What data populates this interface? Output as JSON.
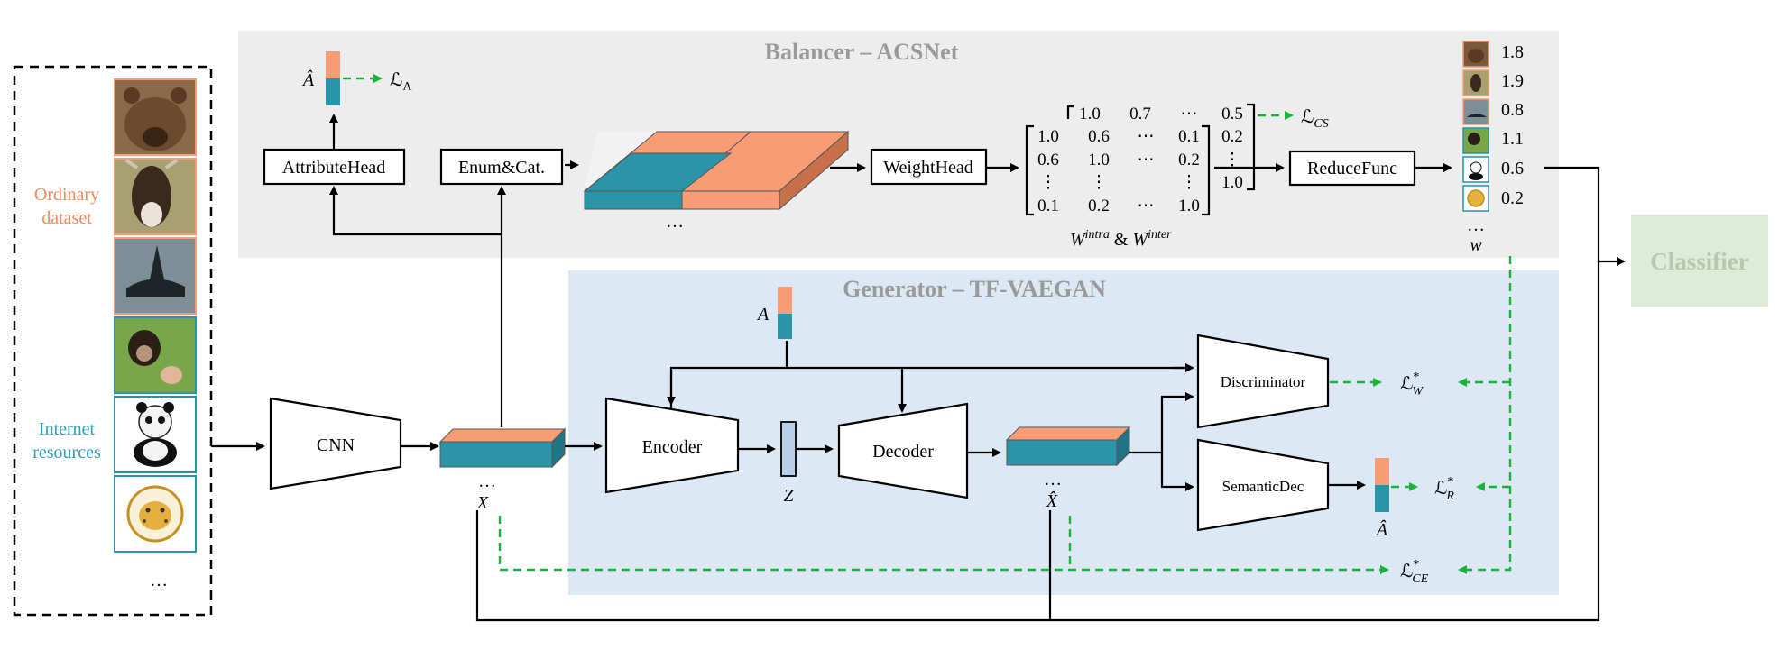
{
  "colors": {
    "orange": "#f79c74",
    "teal": "#2a94a8",
    "balancer_bg": "#ededed",
    "generator_bg": "#dce8f4",
    "classifier_bg": "#deebd6",
    "loss_arrow": "#17b33a",
    "ordinary_text": "#f08a5d",
    "internet_text": "#2a9fb8"
  },
  "balancer": {
    "title": "Balancer – ACSNet"
  },
  "generator": {
    "title": "Generator – TF-VAEGAN"
  },
  "classifier": {
    "label": "Classifier"
  },
  "dataset": {
    "ordinary_label_1": "Ordinary",
    "ordinary_label_2": "dataset",
    "internet_label_1": "Internet",
    "internet_label_2": "resources",
    "ellipsis": "…",
    "images": [
      "bear",
      "goat",
      "orca",
      "chimpanzee",
      "panda",
      "leopard"
    ]
  },
  "modules": {
    "attribute_head": "AttributeHead",
    "enum_cat": "Enum&Cat.",
    "weight_head": "WeightHead",
    "reduce_func": "ReduceFunc",
    "cnn": "CNN",
    "encoder": "Encoder",
    "decoder": "Decoder",
    "discriminator": "Discriminator",
    "semantic_dec": "SemanticDec"
  },
  "symbols": {
    "a_hat_top": "Â",
    "a_hat_bottom": "Â",
    "a": "A",
    "x": "X",
    "x_hat": "X̂",
    "z": "Z",
    "w": "w",
    "ellipsis": "…",
    "w_matrix_label": "W",
    "w_intra": "intra",
    "w_amp": " & ",
    "w_inter": "inter"
  },
  "losses": {
    "l_a": "ℒ",
    "l_a_sub": "A",
    "l_cs": "ℒ",
    "l_cs_sub": "CS",
    "l_w": "ℒ",
    "l_w_sub": "W",
    "l_r": "ℒ",
    "l_r_sub": "R",
    "l_ce": "ℒ",
    "l_ce_sub": "CE",
    "star": "*"
  },
  "matrix_inter": [
    "1.0",
    "0.7",
    "⋯",
    "0.5",
    "0.2",
    "⋮",
    "1.0"
  ],
  "matrix_intra": [
    [
      "1.0",
      "0.6",
      "⋯",
      "0.1"
    ],
    [
      "0.6",
      "1.0",
      "⋯",
      "0.2"
    ],
    [
      "⋮",
      "⋮",
      "",
      "⋮"
    ],
    [
      "0.1",
      "0.2",
      "⋯",
      "1.0"
    ]
  ],
  "weights": [
    "1.8",
    "1.9",
    "0.8",
    "1.1",
    "0.6",
    "0.2"
  ]
}
